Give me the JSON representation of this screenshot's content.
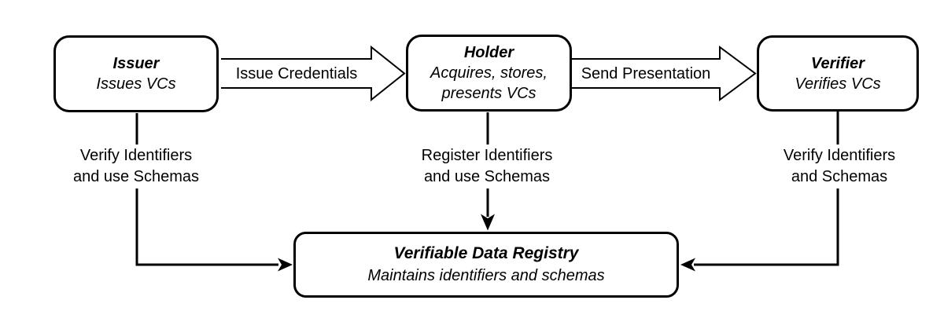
{
  "colors": {
    "background": "#ffffff",
    "ink": "#000000"
  },
  "nodes": {
    "issuer": {
      "title": "Issuer",
      "subtitle": "Issues VCs"
    },
    "holder": {
      "title": "Holder",
      "subtitle_line1": "Acquires, stores,",
      "subtitle_line2": "presents VCs"
    },
    "verifier": {
      "title": "Verifier",
      "subtitle": "Verifies VCs"
    },
    "registry": {
      "title": "Verifiable Data Registry",
      "subtitle": "Maintains identifiers and schemas"
    }
  },
  "edges": {
    "issue_credentials": {
      "label": "Issue Credentials"
    },
    "send_presentation": {
      "label": "Send Presentation"
    },
    "issuer_to_registry": {
      "line1": "Verify Identifiers",
      "line2": "and use Schemas"
    },
    "holder_to_registry": {
      "line1": "Register Identifiers",
      "line2": "and use Schemas"
    },
    "verifier_to_registry": {
      "line1": "Verify Identifiers",
      "line2": "and Schemas"
    }
  }
}
